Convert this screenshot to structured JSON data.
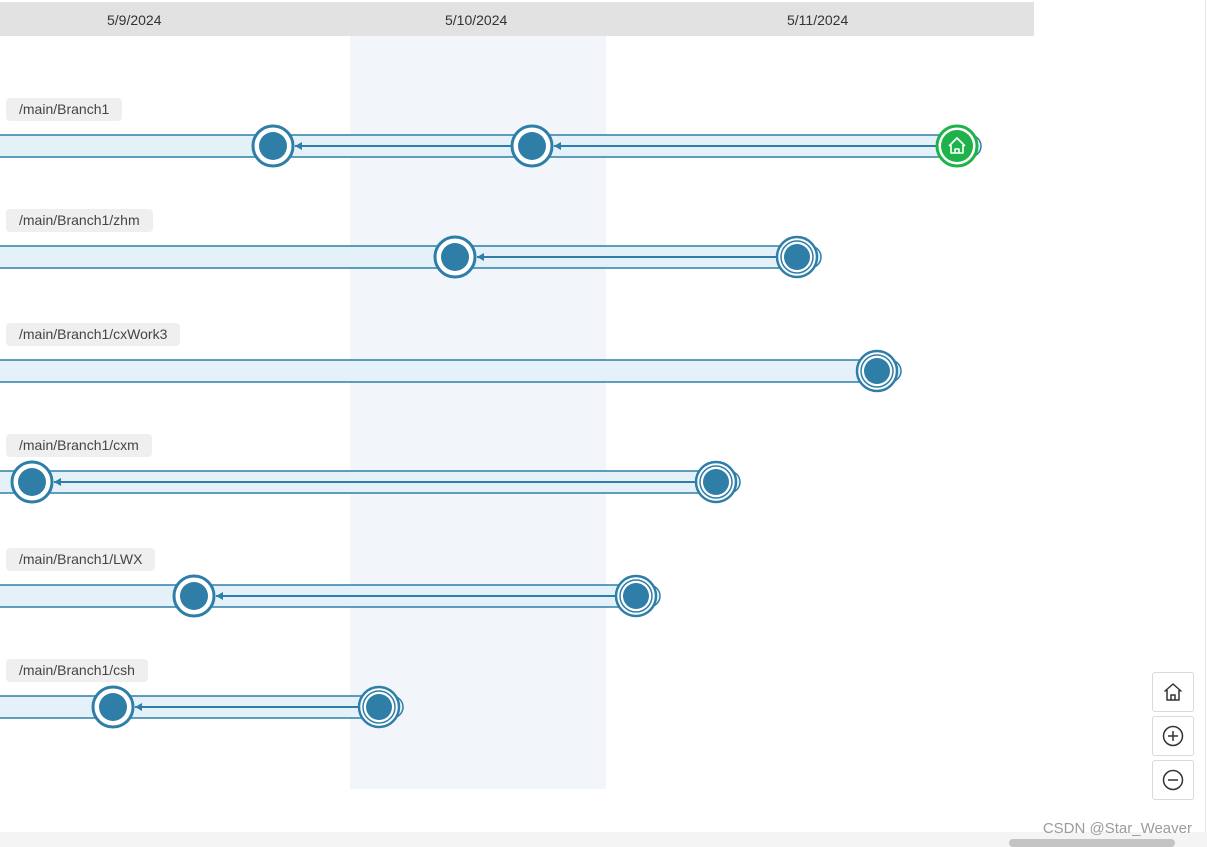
{
  "timeline": {
    "dates": [
      "5/9/2024",
      "5/10/2024",
      "5/11/2024"
    ]
  },
  "branches": [
    {
      "label": "/main/Branch1",
      "commit_count": 3,
      "has_home_marker": true
    },
    {
      "label": "/main/Branch1/zhm",
      "commit_count": 2,
      "has_home_marker": false
    },
    {
      "label": "/main/Branch1/cxWork3",
      "commit_count": 1,
      "has_home_marker": false
    },
    {
      "label": "/main/Branch1/cxm",
      "commit_count": 2,
      "has_home_marker": false
    },
    {
      "label": "/main/Branch1/LWX",
      "commit_count": 2,
      "has_home_marker": false
    },
    {
      "label": "/main/Branch1/csh",
      "commit_count": 2,
      "has_home_marker": false
    }
  ],
  "controls": [
    {
      "icon": "home-icon",
      "action": "reset-view"
    },
    {
      "icon": "zoom-in-icon",
      "action": "zoom-in"
    },
    {
      "icon": "zoom-out-icon",
      "action": "zoom-out"
    }
  ],
  "watermark": "CSDN @Star_Weaver",
  "colors": {
    "commit_fill": "#2e7ea8",
    "lane_stroke": "#2e7ea8",
    "lane_fill": "#e4f1f9",
    "home_green": "#1fb24a",
    "header_bg": "#e2e2e2",
    "highlight_column": "#f2f5f9"
  }
}
